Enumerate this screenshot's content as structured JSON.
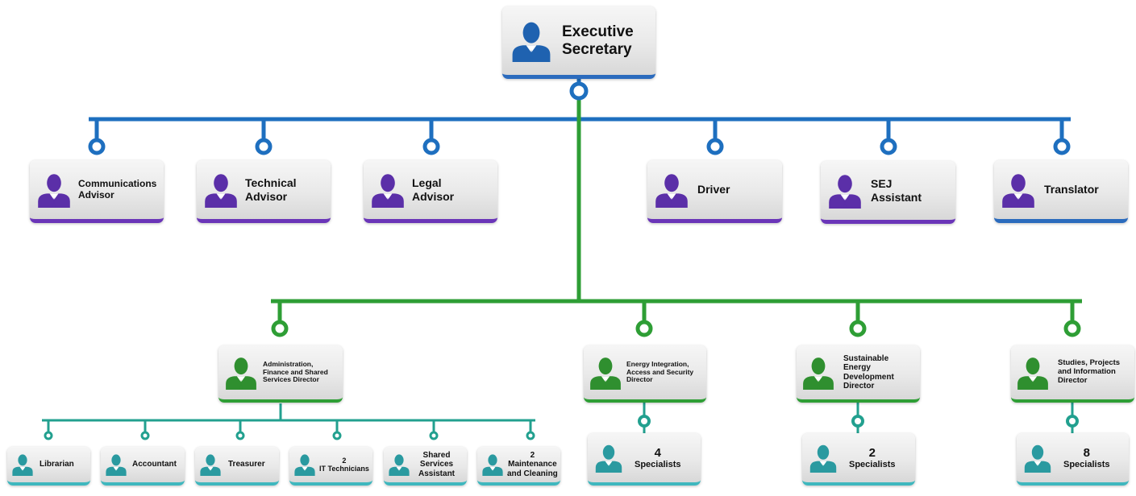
{
  "colors": {
    "blue": "#1e6fbf",
    "green": "#2e9e35",
    "teal": "#22a08f",
    "purple": "#5b2fa8",
    "blue_avatar": "#1f62b0",
    "purple_avatar": "#5b2fa8",
    "green_avatar": "#2f8f2f",
    "teal_avatar": "#2a9aa0"
  },
  "icon": "person-icon",
  "executive": {
    "line1": "Executive",
    "line2": "Secretary"
  },
  "advisors": [
    {
      "line1": "Communications",
      "line2": "Advisor"
    },
    {
      "line1": "Technical",
      "line2": "Advisor"
    },
    {
      "line1": "Legal",
      "line2": "Advisor"
    },
    {
      "line1": "Driver",
      "line2": ""
    },
    {
      "line1": "SEJ",
      "line2": "Assistant"
    },
    {
      "line1": "Translator",
      "line2": ""
    }
  ],
  "directors": [
    {
      "lines": [
        "Administration,",
        "Finance and Shared",
        "Services Director"
      ]
    },
    {
      "lines": [
        "Energy Integration,",
        "Access and Security",
        "Director"
      ]
    },
    {
      "lines": [
        "Sustainable",
        "Energy",
        "Development",
        "Director"
      ]
    },
    {
      "lines": [
        "Studies, Projects",
        "and Information",
        "Director"
      ]
    }
  ],
  "admin_staff": [
    {
      "lines": [
        "Librarian"
      ]
    },
    {
      "lines": [
        "Accountant"
      ]
    },
    {
      "lines": [
        "Treasurer"
      ]
    },
    {
      "lines": [
        "2",
        "IT Technicians"
      ]
    },
    {
      "lines": [
        "Shared",
        "Services",
        "Assistant"
      ]
    },
    {
      "lines": [
        "2",
        "Maintenance",
        "and Cleaning"
      ]
    }
  ],
  "specialists": [
    {
      "count": "4",
      "label": "Specialists"
    },
    {
      "count": "2",
      "label": "Specialists"
    },
    {
      "count": "8",
      "label": "Specialists"
    }
  ]
}
